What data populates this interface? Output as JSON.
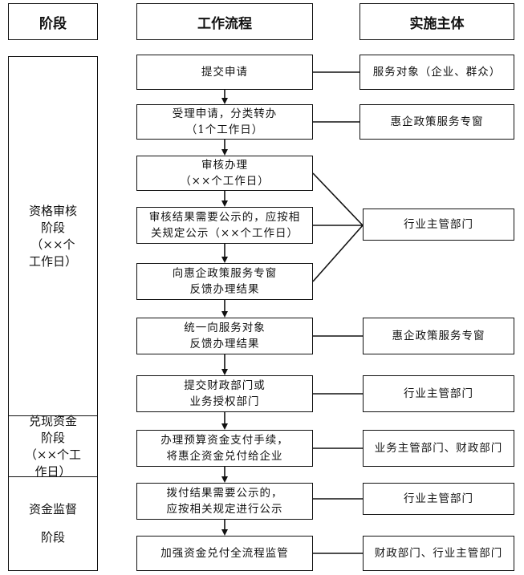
{
  "headers": {
    "stage": "阶段",
    "workflow": "工作流程",
    "actor": "实施主体"
  },
  "stages": [
    {
      "id": "qualification",
      "lines": [
        "资格审核",
        "阶段",
        "（××个",
        "工作日）"
      ]
    },
    {
      "id": "redemption",
      "lines": [
        "兑现资金",
        "阶段",
        "（××个工",
        "作日）"
      ]
    },
    {
      "id": "supervision",
      "lines": [
        "资金监督",
        "阶段"
      ]
    }
  ],
  "steps": [
    {
      "lines": [
        "提交申请"
      ]
    },
    {
      "lines": [
        "受理申请，分类转办",
        "（1个工作日）"
      ]
    },
    {
      "lines": [
        "审核办理",
        "（××个工作日）"
      ]
    },
    {
      "lines": [
        "审核结果需要公示的，应按相",
        "关规定公示（××个工作日）"
      ]
    },
    {
      "lines": [
        "向惠企政策服务专窗",
        "反馈办理结果"
      ]
    },
    {
      "lines": [
        "统一向服务对象",
        "反馈办理结果"
      ]
    },
    {
      "lines": [
        "提交财政部门或",
        "业务授权部门"
      ]
    },
    {
      "lines": [
        "办理预算资金支付手续，",
        "将惠企资金兑付给企业"
      ]
    },
    {
      "lines": [
        "拨付结果需要公示的，",
        "应按相关规定进行公示"
      ]
    },
    {
      "lines": [
        "加强资金兑付全流程监管"
      ]
    }
  ],
  "actors": [
    {
      "label": "服务对象（企业、群众）"
    },
    {
      "label": "惠企政策服务专窗"
    },
    {
      "label": "行业主管部门"
    },
    {
      "label": "惠企政策服务专窗"
    },
    {
      "label": "行业主管部门"
    },
    {
      "label": "业务主管部门、财政部门"
    },
    {
      "label": "行业主管部门"
    },
    {
      "label": "财政部门、行业主管部门"
    }
  ]
}
